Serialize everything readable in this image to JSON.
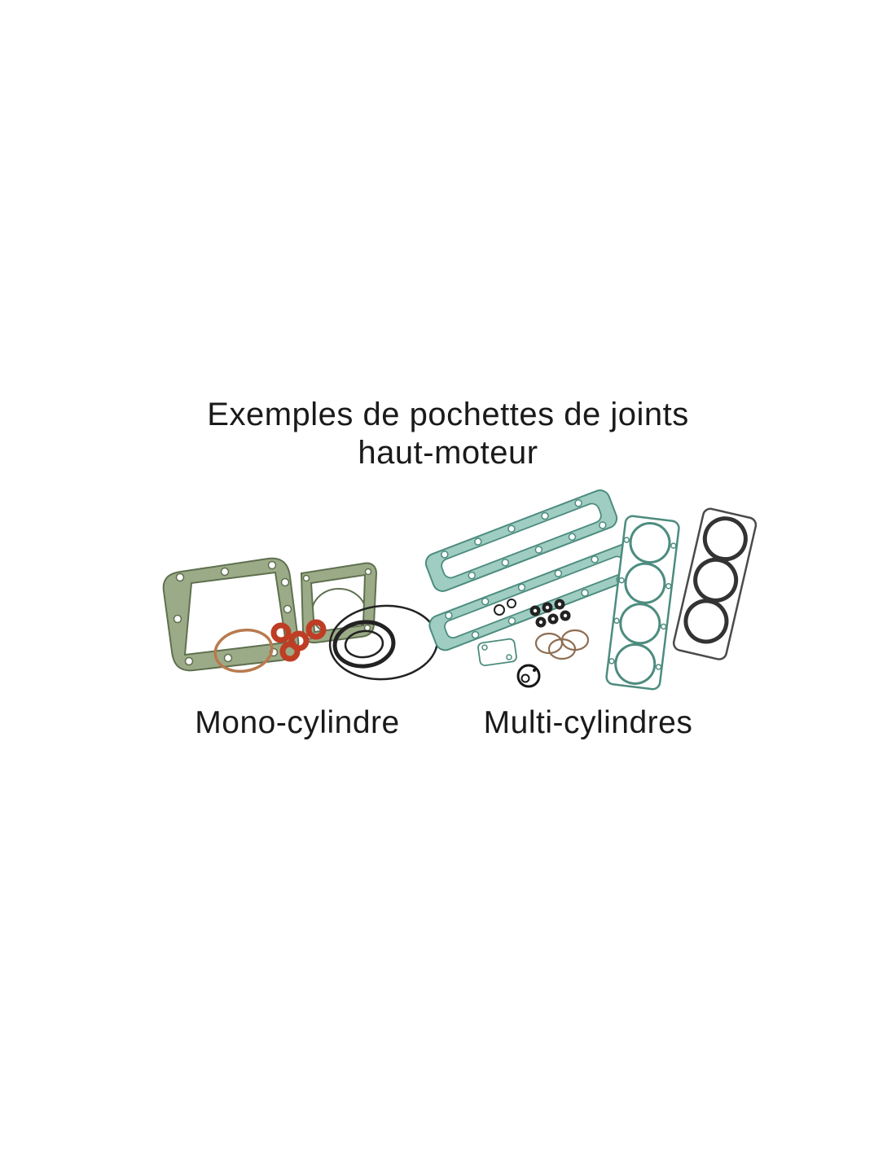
{
  "page": {
    "background": "#ffffff"
  },
  "title": {
    "line1": "Exemples de pochettes de joints",
    "line2": "haut-moteur"
  },
  "illustration": {
    "left_label": "Mono-cylindre",
    "right_label": "Multi-cylindres"
  },
  "colors": {
    "ink": "#1a1a1a",
    "olive_fill": "#9cab87",
    "olive_line": "#5f7050",
    "teal_fill": "#9fcdc2",
    "teal_line": "#4d8c7f",
    "copper": "#b97a4e",
    "red": "#bf3d24",
    "dark": "#222222",
    "gray": "#4a4a4a"
  }
}
